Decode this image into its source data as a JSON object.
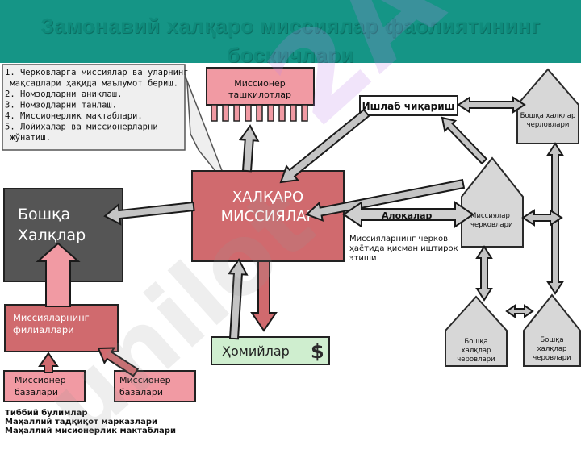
{
  "title": "Замонавий халқаро миссиялар фаолиятининг боскичлари",
  "watermark": "2A",
  "watermark2": "unilot",
  "callout": {
    "lines": [
      "1. Черковларга миссиялар ва уларнинг",
      "  мақсадлари ҳақида маълумот бериш.",
      "2. Номзодларни аниклаш.",
      "3. Номзодларни танлаш.",
      "4. Миссионерлик мактаблари.",
      "5. Лойихалар ва миссионерларни",
      "  жўнатиш."
    ]
  },
  "nodes": {
    "org": "Миссионер\nташкилотлар",
    "production": "Ишлаб чиқариш",
    "central": "ХАЛҚАРО\nМИССИЯЛАР",
    "others": "Бошқа\nХалқлар",
    "branches": "Миссияларнинг\nфилиаллари",
    "base1": "Миссионер\nбазалари",
    "base2": "Миссионер\nбазалари",
    "sponsors": "Ҳомийлар",
    "sponsor_symbol": "$",
    "relations": "Алоқалар",
    "mission_churches": "Миссиялар\nчерковлари",
    "other_churches_top": "Бошқа халқлар\nчерловлари",
    "other_churches_bl": "Бошқа\nхалқлар\nчеровлари",
    "other_churches_br": "Бошқа\nхалқлар\nчеровлари"
  },
  "participation_note": "Миссияларнинг черков\nҳаётида қисман иштирок\nэтиши",
  "bottom_list": [
    "Тиббий булимлар",
    "Маҳаллий тадқиқот марказлари",
    "Маҳаллий мисионерлик мактаблари"
  ],
  "colors": {
    "teal": "#159586",
    "salmon": "#d06a6e",
    "salmon_light": "#f19aa3",
    "dark_gray": "#555555",
    "gray_house": "#d7d7d7",
    "mint": "#cfeecf",
    "arrow_gray": "#c4c4c4"
  }
}
